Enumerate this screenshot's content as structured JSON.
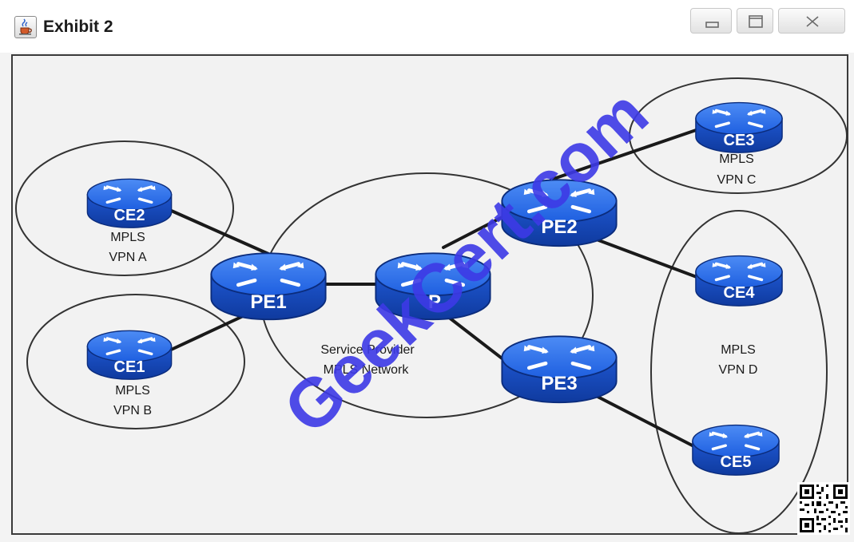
{
  "window": {
    "title": "Exhibit 2",
    "icon": "java-cup-icon",
    "controls": [
      "minimize-icon",
      "maximize-icon",
      "close-icon"
    ]
  },
  "diagram": {
    "core": {
      "label_line1": "Service Provider",
      "label_line2": "MPLS Network"
    },
    "routers": {
      "pe1": "PE1",
      "pe2": "PE2",
      "pe3": "PE3",
      "p": "P",
      "ce1": "CE1",
      "ce2": "CE2",
      "ce3": "CE3",
      "ce4": "CE4",
      "ce5": "CE5"
    },
    "sites": {
      "vpn_a": {
        "line1": "MPLS",
        "line2": "VPN A"
      },
      "vpn_b": {
        "line1": "MPLS",
        "line2": "VPN B"
      },
      "vpn_c": {
        "line1": "MPLS",
        "line2": "VPN C"
      },
      "vpn_d": {
        "line1": "MPLS",
        "line2": "VPN D"
      }
    },
    "links": [
      [
        "CE2",
        "PE1"
      ],
      [
        "CE1",
        "PE1"
      ],
      [
        "PE1",
        "P"
      ],
      [
        "P",
        "PE2"
      ],
      [
        "P",
        "PE3"
      ],
      [
        "PE2",
        "CE3"
      ],
      [
        "PE2",
        "CE4"
      ],
      [
        "PE3",
        "CE5"
      ]
    ],
    "router_color": "#1d5fe0"
  },
  "watermark": "GeekCert.com"
}
